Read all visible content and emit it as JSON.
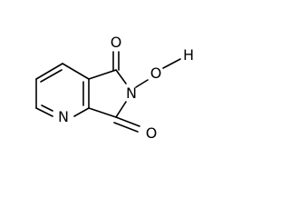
{
  "molecule": {
    "atoms": {
      "n_ring": "N",
      "n_imide": "N",
      "o_top": "O",
      "o_bottom": "O",
      "o_hydroxy": "O",
      "h_hydroxy": "H"
    }
  }
}
